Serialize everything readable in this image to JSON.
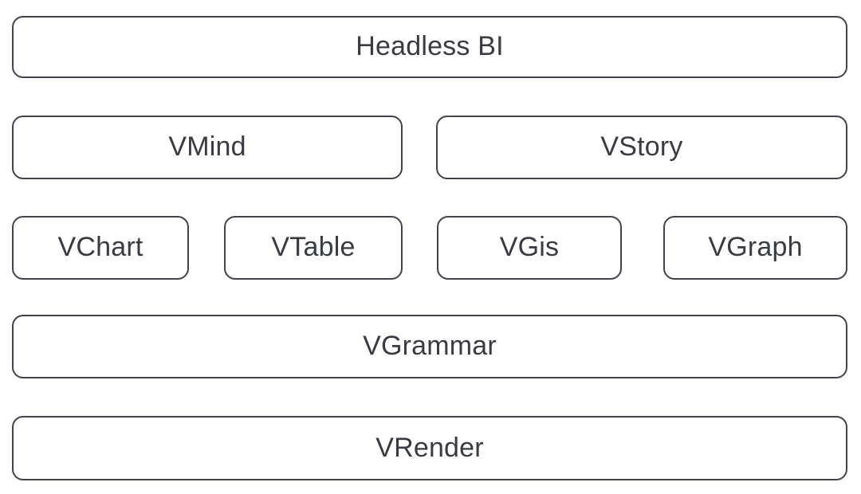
{
  "diagram": {
    "type": "layered-stack",
    "background_color": "#ffffff",
    "node_border_color": "#3f434d",
    "node_fill_color": "#ffffff",
    "node_text_color": "#383b43",
    "rows": [
      {
        "row_index": 1,
        "nodes": [
          {
            "id": "headless-bi",
            "label": "Headless BI"
          }
        ]
      },
      {
        "row_index": 2,
        "nodes": [
          {
            "id": "vmind",
            "label": "VMind"
          },
          {
            "id": "vstory",
            "label": "VStory"
          }
        ]
      },
      {
        "row_index": 3,
        "nodes": [
          {
            "id": "vchart",
            "label": "VChart"
          },
          {
            "id": "vtable",
            "label": "VTable"
          },
          {
            "id": "vgis",
            "label": "VGis"
          },
          {
            "id": "vgraph",
            "label": "VGraph"
          }
        ]
      },
      {
        "row_index": 4,
        "nodes": [
          {
            "id": "vgrammar",
            "label": "VGrammar"
          }
        ]
      },
      {
        "row_index": 5,
        "nodes": [
          {
            "id": "vrender",
            "label": "VRender"
          }
        ]
      }
    ]
  }
}
